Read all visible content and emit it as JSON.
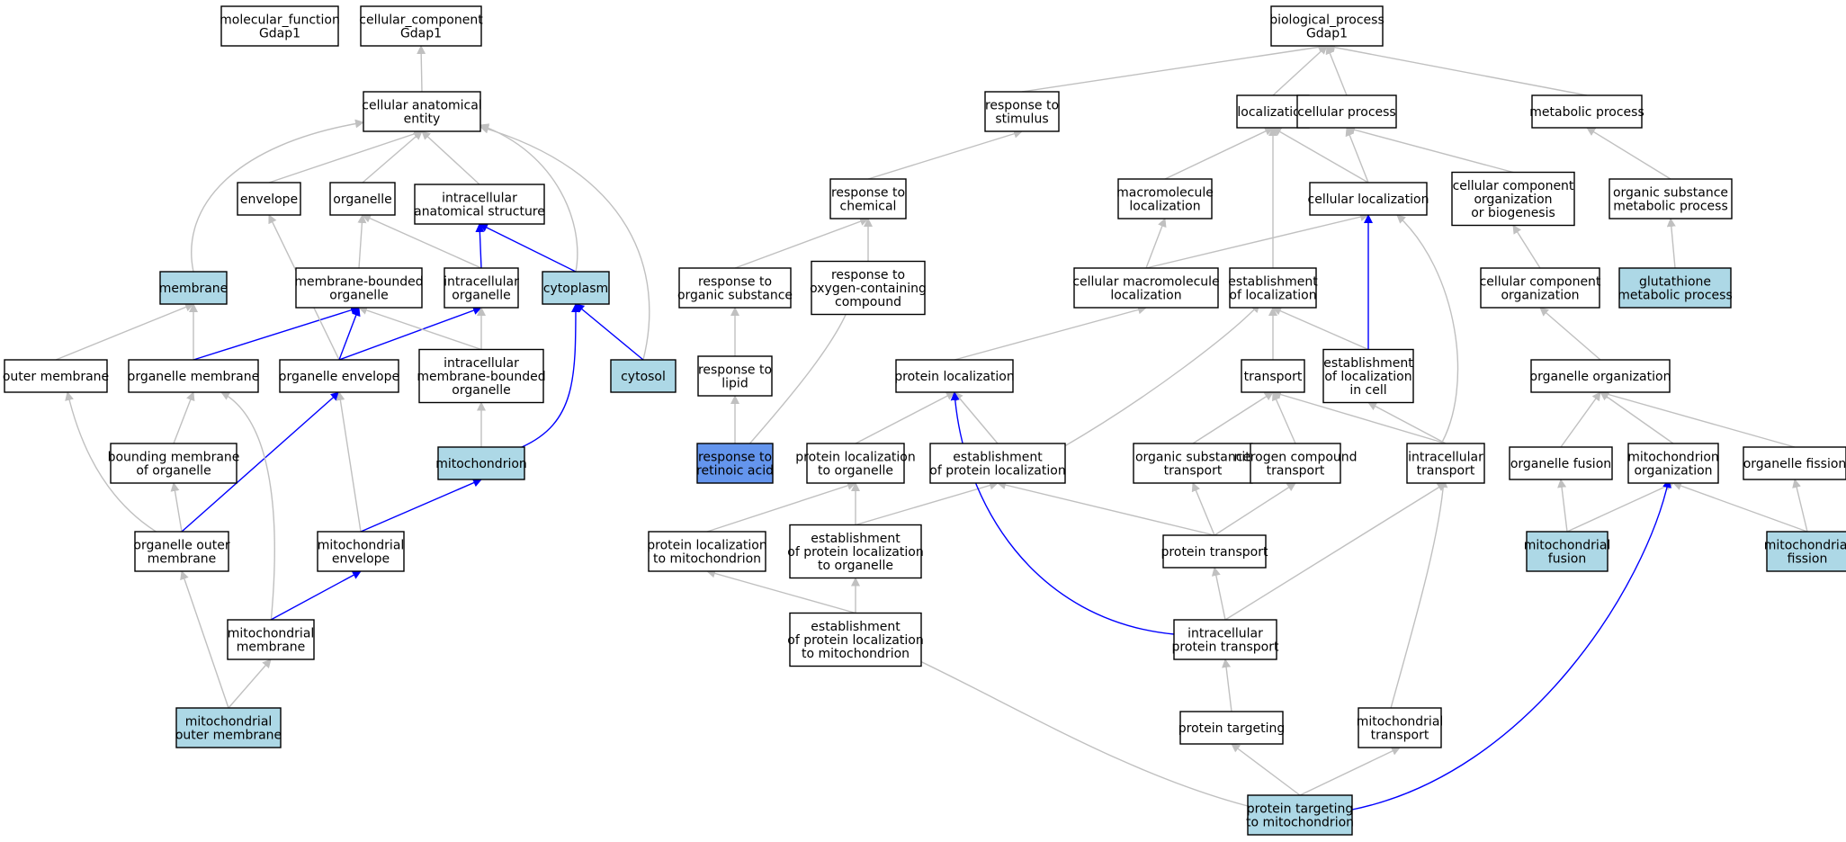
{
  "colors": {
    "plain": "#ffffff",
    "annotated": "#add8e6",
    "query": "#6495ed",
    "edge_gray": "#c0c0c0",
    "edge_blue": "#0000ff"
  },
  "nodes": [
    {
      "id": "mf",
      "lines": [
        "molecular_function",
        "Gdap1"
      ],
      "fill": "plain"
    },
    {
      "id": "cc",
      "lines": [
        "cellular_component",
        "Gdap1"
      ],
      "fill": "plain"
    },
    {
      "id": "bp",
      "lines": [
        "biological_process",
        "Gdap1"
      ],
      "fill": "plain"
    },
    {
      "id": "cae",
      "lines": [
        "cellular anatomical",
        "entity"
      ],
      "fill": "plain"
    },
    {
      "id": "envelope",
      "lines": [
        "envelope"
      ],
      "fill": "plain"
    },
    {
      "id": "organelle",
      "lines": [
        "organelle"
      ],
      "fill": "plain"
    },
    {
      "id": "ias",
      "lines": [
        "intracellular",
        "anatomical structure"
      ],
      "fill": "plain"
    },
    {
      "id": "membrane",
      "lines": [
        "membrane"
      ],
      "fill": "annotated"
    },
    {
      "id": "mbo",
      "lines": [
        "membrane-bounded",
        "organelle"
      ],
      "fill": "plain"
    },
    {
      "id": "io",
      "lines": [
        "intracellular",
        "organelle"
      ],
      "fill": "plain"
    },
    {
      "id": "cytoplasm",
      "lines": [
        "cytoplasm"
      ],
      "fill": "annotated"
    },
    {
      "id": "outer_membrane",
      "lines": [
        "outer membrane"
      ],
      "fill": "plain"
    },
    {
      "id": "org_membrane",
      "lines": [
        "organelle membrane"
      ],
      "fill": "plain"
    },
    {
      "id": "org_envelope",
      "lines": [
        "organelle envelope"
      ],
      "fill": "plain"
    },
    {
      "id": "imbo",
      "lines": [
        "intracellular",
        "membrane-bounded",
        "organelle"
      ],
      "fill": "plain"
    },
    {
      "id": "cytosol",
      "lines": [
        "cytosol"
      ],
      "fill": "annotated"
    },
    {
      "id": "bmo",
      "lines": [
        "bounding membrane",
        "of organelle"
      ],
      "fill": "plain"
    },
    {
      "id": "mito",
      "lines": [
        "mitochondrion"
      ],
      "fill": "annotated"
    },
    {
      "id": "oom",
      "lines": [
        "organelle outer",
        "membrane"
      ],
      "fill": "plain"
    },
    {
      "id": "mito_env",
      "lines": [
        "mitochondrial",
        "envelope"
      ],
      "fill": "plain"
    },
    {
      "id": "mito_mem",
      "lines": [
        "mitochondrial",
        "membrane"
      ],
      "fill": "plain"
    },
    {
      "id": "mom",
      "lines": [
        "mitochondrial",
        "outer membrane"
      ],
      "fill": "annotated"
    },
    {
      "id": "rts",
      "lines": [
        "response to",
        "stimulus"
      ],
      "fill": "plain"
    },
    {
      "id": "localization",
      "lines": [
        "localization"
      ],
      "fill": "plain"
    },
    {
      "id": "cell_proc",
      "lines": [
        "cellular process"
      ],
      "fill": "plain"
    },
    {
      "id": "met_proc",
      "lines": [
        "metabolic process"
      ],
      "fill": "plain"
    },
    {
      "id": "rtc",
      "lines": [
        "response to",
        "chemical"
      ],
      "fill": "plain"
    },
    {
      "id": "macro_loc",
      "lines": [
        "macromolecule",
        "localization"
      ],
      "fill": "plain"
    },
    {
      "id": "cell_loc",
      "lines": [
        "cellular localization"
      ],
      "fill": "plain"
    },
    {
      "id": "cco_bio",
      "lines": [
        "cellular component",
        "organization",
        "or biogenesis"
      ],
      "fill": "plain"
    },
    {
      "id": "osmp",
      "lines": [
        "organic substance",
        "metabolic process"
      ],
      "fill": "plain"
    },
    {
      "id": "rtos",
      "lines": [
        "response to",
        "organic substance"
      ],
      "fill": "plain"
    },
    {
      "id": "rtocc",
      "lines": [
        "response to",
        "oxygen-containing",
        "compound"
      ],
      "fill": "plain"
    },
    {
      "id": "cml",
      "lines": [
        "cellular macromolecule",
        "localization"
      ],
      "fill": "plain"
    },
    {
      "id": "est_loc",
      "lines": [
        "establishment",
        "of localization"
      ],
      "fill": "plain"
    },
    {
      "id": "cco",
      "lines": [
        "cellular component",
        "organization"
      ],
      "fill": "plain"
    },
    {
      "id": "glut",
      "lines": [
        "glutathione",
        "metabolic process"
      ],
      "fill": "annotated"
    },
    {
      "id": "rtl",
      "lines": [
        "response to",
        "lipid"
      ],
      "fill": "plain"
    },
    {
      "id": "prot_loc",
      "lines": [
        "protein localization"
      ],
      "fill": "plain"
    },
    {
      "id": "transport",
      "lines": [
        "transport"
      ],
      "fill": "plain"
    },
    {
      "id": "eloc_cell",
      "lines": [
        "establishment",
        "of localization",
        "in cell"
      ],
      "fill": "plain"
    },
    {
      "id": "org_org",
      "lines": [
        "organelle organization"
      ],
      "fill": "plain"
    },
    {
      "id": "rtra",
      "lines": [
        "response to",
        "retinoic acid"
      ],
      "fill": "query"
    },
    {
      "id": "plto",
      "lines": [
        "protein localization",
        "to organelle"
      ],
      "fill": "plain"
    },
    {
      "id": "epl",
      "lines": [
        "establishment",
        "of protein localization"
      ],
      "fill": "plain"
    },
    {
      "id": "ost",
      "lines": [
        "organic substance",
        "transport"
      ],
      "fill": "plain"
    },
    {
      "id": "nct",
      "lines": [
        "nitrogen compound",
        "transport"
      ],
      "fill": "plain"
    },
    {
      "id": "ic_transport",
      "lines": [
        "intracellular",
        "transport"
      ],
      "fill": "plain"
    },
    {
      "id": "org_fusion",
      "lines": [
        "organelle fusion"
      ],
      "fill": "plain"
    },
    {
      "id": "mito_org",
      "lines": [
        "mitochondrion",
        "organization"
      ],
      "fill": "plain"
    },
    {
      "id": "org_fission",
      "lines": [
        "organelle fission"
      ],
      "fill": "plain"
    },
    {
      "id": "pltm",
      "lines": [
        "protein localization",
        "to mitochondrion"
      ],
      "fill": "plain"
    },
    {
      "id": "eplto",
      "lines": [
        "establishment",
        "of protein localization",
        "to organelle"
      ],
      "fill": "plain"
    },
    {
      "id": "prot_transport",
      "lines": [
        "protein transport"
      ],
      "fill": "plain"
    },
    {
      "id": "mito_fusion",
      "lines": [
        "mitochondrial",
        "fusion"
      ],
      "fill": "annotated"
    },
    {
      "id": "mito_fission",
      "lines": [
        "mitochondrial",
        "fission"
      ],
      "fill": "annotated"
    },
    {
      "id": "epltm",
      "lines": [
        "establishment",
        "of protein localization",
        "to mitochondrion"
      ],
      "fill": "plain"
    },
    {
      "id": "ipt",
      "lines": [
        "intracellular",
        "protein transport"
      ],
      "fill": "plain"
    },
    {
      "id": "prot_targeting",
      "lines": [
        "protein targeting"
      ],
      "fill": "plain"
    },
    {
      "id": "mito_transport",
      "lines": [
        "mitochondrial",
        "transport"
      ],
      "fill": "plain"
    },
    {
      "id": "ptm",
      "lines": [
        "protein targeting",
        "to mitochondrion"
      ],
      "fill": "annotated"
    }
  ],
  "edges": [
    {
      "from": "cae",
      "to": "cc",
      "color": "gray"
    },
    {
      "from": "envelope",
      "to": "cae",
      "color": "gray"
    },
    {
      "from": "organelle",
      "to": "cae",
      "color": "gray"
    },
    {
      "from": "ias",
      "to": "cae",
      "color": "gray"
    },
    {
      "from": "membrane",
      "to": "cae",
      "color": "gray"
    },
    {
      "from": "cytoplasm",
      "to": "cae",
      "color": "gray"
    },
    {
      "from": "cytosol",
      "to": "cae",
      "color": "gray"
    },
    {
      "from": "mbo",
      "to": "organelle",
      "color": "gray"
    },
    {
      "from": "io",
      "to": "organelle",
      "color": "gray"
    },
    {
      "from": "io",
      "to": "ias",
      "color": "blue"
    },
    {
      "from": "cytoplasm",
      "to": "ias",
      "color": "blue"
    },
    {
      "from": "outer_membrane",
      "to": "membrane",
      "color": "gray"
    },
    {
      "from": "org_membrane",
      "to": "membrane",
      "color": "gray"
    },
    {
      "from": "org_membrane",
      "to": "mbo",
      "color": "blue"
    },
    {
      "from": "org_envelope",
      "to": "envelope",
      "color": "gray"
    },
    {
      "from": "org_envelope",
      "to": "mbo",
      "color": "blue"
    },
    {
      "from": "org_envelope",
      "to": "io",
      "color": "blue"
    },
    {
      "from": "imbo",
      "to": "mbo",
      "color": "gray"
    },
    {
      "from": "imbo",
      "to": "io",
      "color": "gray"
    },
    {
      "from": "cytosol",
      "to": "cytoplasm",
      "color": "blue"
    },
    {
      "from": "bmo",
      "to": "org_membrane",
      "color": "gray"
    },
    {
      "from": "mito",
      "to": "imbo",
      "color": "gray"
    },
    {
      "from": "mito",
      "to": "cytoplasm",
      "color": "blue"
    },
    {
      "from": "oom",
      "to": "outer_membrane",
      "color": "gray"
    },
    {
      "from": "oom",
      "to": "bmo",
      "color": "gray"
    },
    {
      "from": "oom",
      "to": "org_envelope",
      "color": "blue"
    },
    {
      "from": "mito_env",
      "to": "org_envelope",
      "color": "gray"
    },
    {
      "from": "mito_env",
      "to": "mito",
      "color": "blue"
    },
    {
      "from": "mito_mem",
      "to": "org_membrane",
      "color": "gray"
    },
    {
      "from": "mito_mem",
      "to": "mito_env",
      "color": "blue"
    },
    {
      "from": "mom",
      "to": "oom",
      "color": "gray"
    },
    {
      "from": "mom",
      "to": "mito_mem",
      "color": "gray"
    },
    {
      "from": "rts",
      "to": "bp",
      "color": "gray"
    },
    {
      "from": "localization",
      "to": "bp",
      "color": "gray"
    },
    {
      "from": "cell_proc",
      "to": "bp",
      "color": "gray"
    },
    {
      "from": "met_proc",
      "to": "bp",
      "color": "gray"
    },
    {
      "from": "rtc",
      "to": "rts",
      "color": "gray"
    },
    {
      "from": "macro_loc",
      "to": "localization",
      "color": "gray"
    },
    {
      "from": "cell_loc",
      "to": "localization",
      "color": "gray"
    },
    {
      "from": "cell_loc",
      "to": "cell_proc",
      "color": "gray"
    },
    {
      "from": "cco_bio",
      "to": "cell_proc",
      "color": "gray"
    },
    {
      "from": "osmp",
      "to": "met_proc",
      "color": "gray"
    },
    {
      "from": "rtos",
      "to": "rtc",
      "color": "gray"
    },
    {
      "from": "rtocc",
      "to": "rtc",
      "color": "gray"
    },
    {
      "from": "cml",
      "to": "macro_loc",
      "color": "gray"
    },
    {
      "from": "cml",
      "to": "cell_loc",
      "color": "gray"
    },
    {
      "from": "est_loc",
      "to": "localization",
      "color": "gray"
    },
    {
      "from": "cco",
      "to": "cco_bio",
      "color": "gray"
    },
    {
      "from": "glut",
      "to": "osmp",
      "color": "gray"
    },
    {
      "from": "rtl",
      "to": "rtos",
      "color": "gray"
    },
    {
      "from": "prot_loc",
      "to": "cml",
      "color": "gray"
    },
    {
      "from": "transport",
      "to": "est_loc",
      "color": "gray"
    },
    {
      "from": "eloc_cell",
      "to": "est_loc",
      "color": "gray"
    },
    {
      "from": "eloc_cell",
      "to": "cell_loc",
      "color": "blue"
    },
    {
      "from": "org_org",
      "to": "cco",
      "color": "gray"
    },
    {
      "from": "rtra",
      "to": "rtl",
      "color": "gray"
    },
    {
      "from": "rtra",
      "to": "rtocc",
      "color": "gray"
    },
    {
      "from": "plto",
      "to": "prot_loc",
      "color": "gray"
    },
    {
      "from": "epl",
      "to": "prot_loc",
      "color": "gray"
    },
    {
      "from": "epl",
      "to": "est_loc",
      "color": "gray"
    },
    {
      "from": "ost",
      "to": "transport",
      "color": "gray"
    },
    {
      "from": "nct",
      "to": "transport",
      "color": "gray"
    },
    {
      "from": "ic_transport",
      "to": "transport",
      "color": "gray"
    },
    {
      "from": "ic_transport",
      "to": "eloc_cell",
      "color": "gray"
    },
    {
      "from": "ic_transport",
      "to": "cell_loc",
      "color": "gray"
    },
    {
      "from": "org_fusion",
      "to": "org_org",
      "color": "gray"
    },
    {
      "from": "mito_org",
      "to": "org_org",
      "color": "gray"
    },
    {
      "from": "org_fission",
      "to": "org_org",
      "color": "gray"
    },
    {
      "from": "pltm",
      "to": "plto",
      "color": "gray"
    },
    {
      "from": "eplto",
      "to": "plto",
      "color": "gray"
    },
    {
      "from": "eplto",
      "to": "epl",
      "color": "gray"
    },
    {
      "from": "prot_transport",
      "to": "epl",
      "color": "gray"
    },
    {
      "from": "prot_transport",
      "to": "ost",
      "color": "gray"
    },
    {
      "from": "prot_transport",
      "to": "nct",
      "color": "gray"
    },
    {
      "from": "mito_fusion",
      "to": "org_fusion",
      "color": "gray"
    },
    {
      "from": "mito_fusion",
      "to": "mito_org",
      "color": "gray"
    },
    {
      "from": "mito_fission",
      "to": "mito_org",
      "color": "gray"
    },
    {
      "from": "mito_fission",
      "to": "org_fission",
      "color": "gray"
    },
    {
      "from": "epltm",
      "to": "pltm",
      "color": "gray"
    },
    {
      "from": "epltm",
      "to": "eplto",
      "color": "gray"
    },
    {
      "from": "ipt",
      "to": "prot_loc",
      "color": "blue"
    },
    {
      "from": "ipt",
      "to": "prot_transport",
      "color": "gray"
    },
    {
      "from": "ipt",
      "to": "ic_transport",
      "color": "gray"
    },
    {
      "from": "prot_targeting",
      "to": "ipt",
      "color": "gray"
    },
    {
      "from": "mito_transport",
      "to": "ic_transport",
      "color": "gray"
    },
    {
      "from": "ptm",
      "to": "epltm",
      "color": "gray"
    },
    {
      "from": "ptm",
      "to": "prot_targeting",
      "color": "gray"
    },
    {
      "from": "ptm",
      "to": "mito_transport",
      "color": "gray"
    },
    {
      "from": "ptm",
      "to": "mito_org",
      "color": "blue"
    }
  ]
}
